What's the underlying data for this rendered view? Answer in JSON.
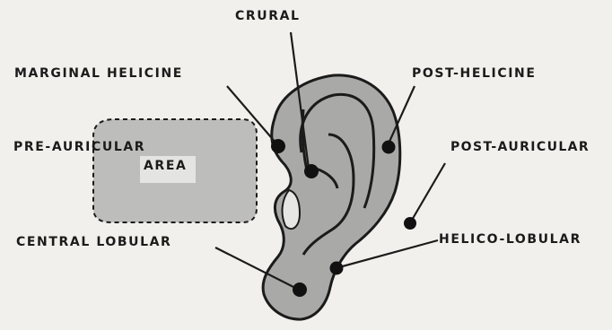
{
  "labels": {
    "crural": "CRURAL",
    "marginal_helicine": "MARGINAL HELICINE",
    "post_helicine": "POST-HELICINE",
    "pre_auricular_line1": "PRE-AURICULAR",
    "pre_auricular_line2": "AREA",
    "post_auricular": "POST-AURICULAR",
    "central_lobular": "CENTRAL LOBULAR",
    "helico_lobular": "HELICO-LOBULAR"
  },
  "colors": {
    "background": "#f1f0ec",
    "ear_fill": "#a9a9a7",
    "outline": "#1b1b1b",
    "pre_auricular_fill": "#bdbdbb"
  }
}
